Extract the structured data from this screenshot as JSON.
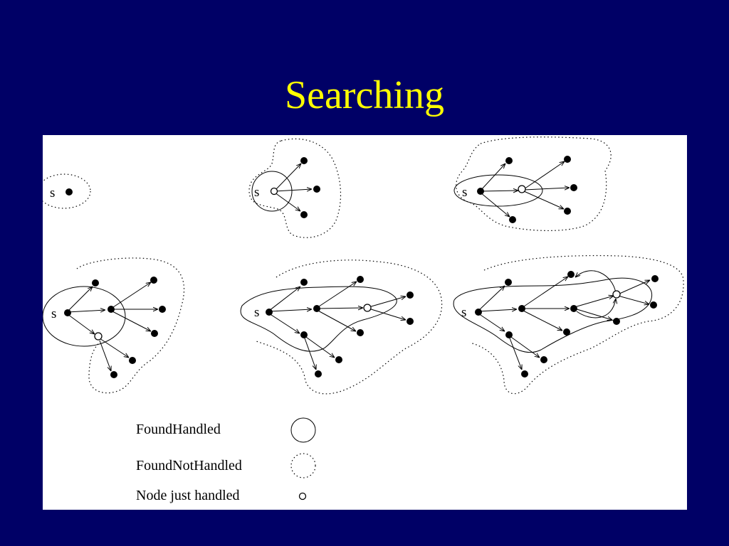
{
  "slide": {
    "title": "Searching"
  },
  "diagram": {
    "source_label": "s",
    "legend": [
      {
        "id": "found-handled",
        "label": "FoundHandled",
        "symbol": "solid-circle"
      },
      {
        "id": "found-not-handled",
        "label": "FoundNotHandled",
        "symbol": "dotted-circle"
      },
      {
        "id": "node-just-handled",
        "label": "Node just handled",
        "symbol": "small-hollow-node"
      }
    ],
    "colors": {
      "background": "#000066",
      "title": "#ffff00",
      "figure": "#ffffff",
      "ink": "#000000"
    }
  }
}
